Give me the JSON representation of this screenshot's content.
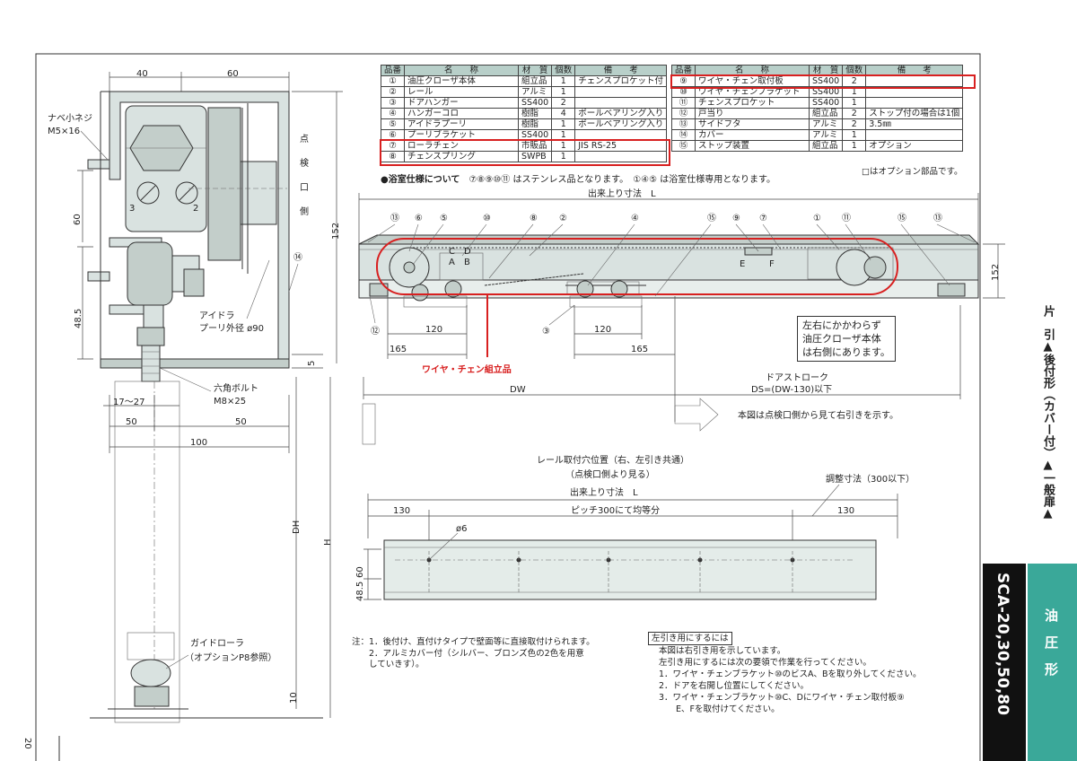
{
  "page_number": "20",
  "table_left": {
    "headers": [
      "品番",
      "名　　称",
      "材　質",
      "個数",
      "備　　考"
    ],
    "rows": [
      [
        "①",
        "油圧クローザ本体",
        "組立品",
        "1",
        "チェンスプロケット付"
      ],
      [
        "②",
        "レール",
        "アルミ",
        "1",
        ""
      ],
      [
        "③",
        "ドアハンガー",
        "SS400",
        "2",
        ""
      ],
      [
        "④",
        "ハンガーコロ",
        "樹脂",
        "4",
        "ボールベアリング入り"
      ],
      [
        "⑤",
        "アイドラプーリ",
        "樹脂",
        "1",
        "ボールベアリング入り"
      ],
      [
        "⑥",
        "プーリブラケット",
        "SS400",
        "1",
        ""
      ],
      [
        "⑦",
        "ローラチェン",
        "市販品",
        "1",
        "JIS RS-25"
      ],
      [
        "⑧",
        "チェンスプリング",
        "SWPB",
        "1",
        ""
      ]
    ]
  },
  "table_right": {
    "headers": [
      "品番",
      "名　　称",
      "材　質",
      "個数",
      "備　　考"
    ],
    "rows": [
      [
        "⑨",
        "ワイヤ・チェン取付板",
        "SS400",
        "2",
        ""
      ],
      [
        "⑩",
        "ワイヤ・チェンブラケット",
        "SS400",
        "1",
        ""
      ],
      [
        "⑪",
        "チェンスプロケット",
        "SS400",
        "1",
        ""
      ],
      [
        "⑫",
        "戸当り",
        "組立品",
        "2",
        "ストップ付の場合は1個"
      ],
      [
        "⑬",
        "サイドフタ",
        "アルミ",
        "2",
        "3.5㎜"
      ],
      [
        "⑭",
        "カバー",
        "アルミ",
        "1",
        ""
      ],
      [
        "⑮",
        "ストップ装置",
        "組立品",
        "1",
        "オプション"
      ]
    ]
  },
  "bath_note": {
    "label": "●浴室仕様について",
    "text1": "⑦⑧⑨⑩⑪ はステンレス品となります。",
    "text2": "①④⑤ は浴室仕様専用となります。",
    "option": "□はオプション部品です。"
  },
  "section": {
    "dims_top": [
      "40",
      "60"
    ],
    "dims_side": [
      "60",
      "48.5",
      "152",
      "5",
      "10"
    ],
    "dims_bottom": [
      "17～27",
      "50",
      "50",
      "100"
    ],
    "dh": "DH",
    "h": "H",
    "nabe_label": "ナベ小ネジ",
    "nabe_size": "M5×16",
    "inspection": "点\n検\n口\n側",
    "part14": "⑭",
    "idler_label": "アイドラ",
    "idler_size": "プーリ外径 ø90",
    "bolt_label": "六角ボルト",
    "bolt_size": "M8×25",
    "guide_label": "ガイドローラ",
    "guide_note": "（オプションP8参照）",
    "num3": "3",
    "num2": "2"
  },
  "front": {
    "title": "出来上り寸法　L",
    "callouts": [
      "⑬",
      "⑥",
      "⑤",
      "⑩",
      "⑧",
      "②",
      "④",
      "⑮",
      "⑨",
      "⑦",
      "①",
      "⑪",
      "⑮",
      "⑬"
    ],
    "letters": [
      "C",
      "D",
      "A",
      "B",
      "E",
      "F"
    ],
    "dim_120a": "120",
    "dim_120b": "120",
    "dim_165a": "165",
    "dim_165b": "165",
    "dim_152": "152",
    "part12": "⑫",
    "part3": "③",
    "wire_label": "ワイヤ・チェン組立品",
    "dw": "DW",
    "stroke_title": "ドアストローク",
    "stroke_formula": "DS=(DW-130)以下",
    "right_note": "左右にかかわらず\n油圧クローザ本体\nは右側にあります。",
    "view_note": "本図は点検口側から見て右引きを示す。"
  },
  "rail": {
    "title": "レール取付穴位置（右、左引き共通）",
    "subtitle": "（点検口側より見る）",
    "length": "出来上り寸法　L",
    "adjust": "調整寸法（300以下）",
    "d130a": "130",
    "pitch": "ピッチ300にて均等分",
    "d130b": "130",
    "hole": "ø6",
    "d60": "60",
    "d485": "48.5"
  },
  "notes": {
    "head": "注：",
    "n1": "1．後付け、直付けタイプで壁面等に直接取付けられます。",
    "n2": "2．アルミカバー付（シルバー、ブロンズ色の2色を用意\n　　していきす）。"
  },
  "left_swing": {
    "title": "左引き用にするには",
    "l1": "本図は右引き用を示しています。",
    "l2": "左引き用にするには次の要領で作業を行ってください。",
    "s1": "1．ワイヤ・チェンブラケット⑩のビスA、Bを取り外してください。",
    "s2": "2．ドアを右開し位置にしてください。",
    "s3": "3．ワイヤ・チェンブラケット⑩C、Dにワイヤ・チェン取付板⑨",
    "s4": "　　E、Fを取付けてください。"
  },
  "sidebar": {
    "breadcrumb": "片　引▲後付形（カバー付）▲一般扉▲",
    "model": "SCA-20,30,50,80",
    "type": "油　圧　形",
    "accent": "#3aa899"
  }
}
